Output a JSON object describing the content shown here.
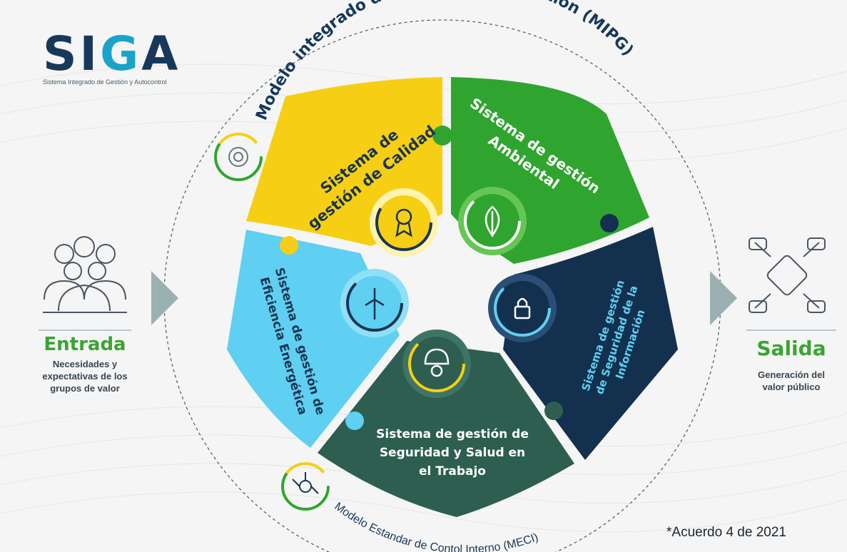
{
  "logo": {
    "word_start": "SI",
    "word_g": "G",
    "word_end": "A",
    "subtitle": "Sistema Integrado de Gestión y Autocontrol"
  },
  "outer_ring": {
    "top_arc_text": "Modelo integrado de Planeación y Gestión (MIPG)",
    "bottom_arc_text": "Modelo Estandar de Contol Interno (MECI)"
  },
  "segments": {
    "calidad": {
      "lines": [
        "Sistema de",
        "gestión de Calidad"
      ],
      "color": "#f6cf14",
      "icon": "award-ribbon-icon"
    },
    "ambiental": {
      "lines": [
        "Sistema de gestión",
        "Ambiental"
      ],
      "color": "#2fa52f",
      "icon": "leaf-icon"
    },
    "seguridad_info": {
      "lines": [
        "Sistema de gestión",
        "de Seguridad de la",
        "Información"
      ],
      "color": "#13304f",
      "icon": "padlock-icon"
    },
    "sst": {
      "lines": [
        "Sistema de gestión de",
        "Seguridad y Salud en",
        "el Trabajo"
      ],
      "color": "#2d5e50",
      "icon": "hardhat-gear-icon"
    },
    "energetica": {
      "lines": [
        "Sistema de gestión de",
        "Eficiencia Energética"
      ],
      "color": "#5fd0f1",
      "icon": "wind-turbine-icon"
    }
  },
  "entrada": {
    "title": "Entrada",
    "description": "Necesidades y expectativas de los grupos de valor",
    "icon": "people-group-icon"
  },
  "salida": {
    "title": "Salida",
    "description": "Generación del valor público",
    "icon": "joined-hands-icon"
  },
  "footnote": "*Acuerdo 4 de 2021",
  "colors": {
    "navy": "#17385b",
    "green": "#3aa433",
    "yellow": "#f6cf14",
    "light_blue": "#5fd0f1",
    "arrow_gray": "#9ab0b2"
  }
}
